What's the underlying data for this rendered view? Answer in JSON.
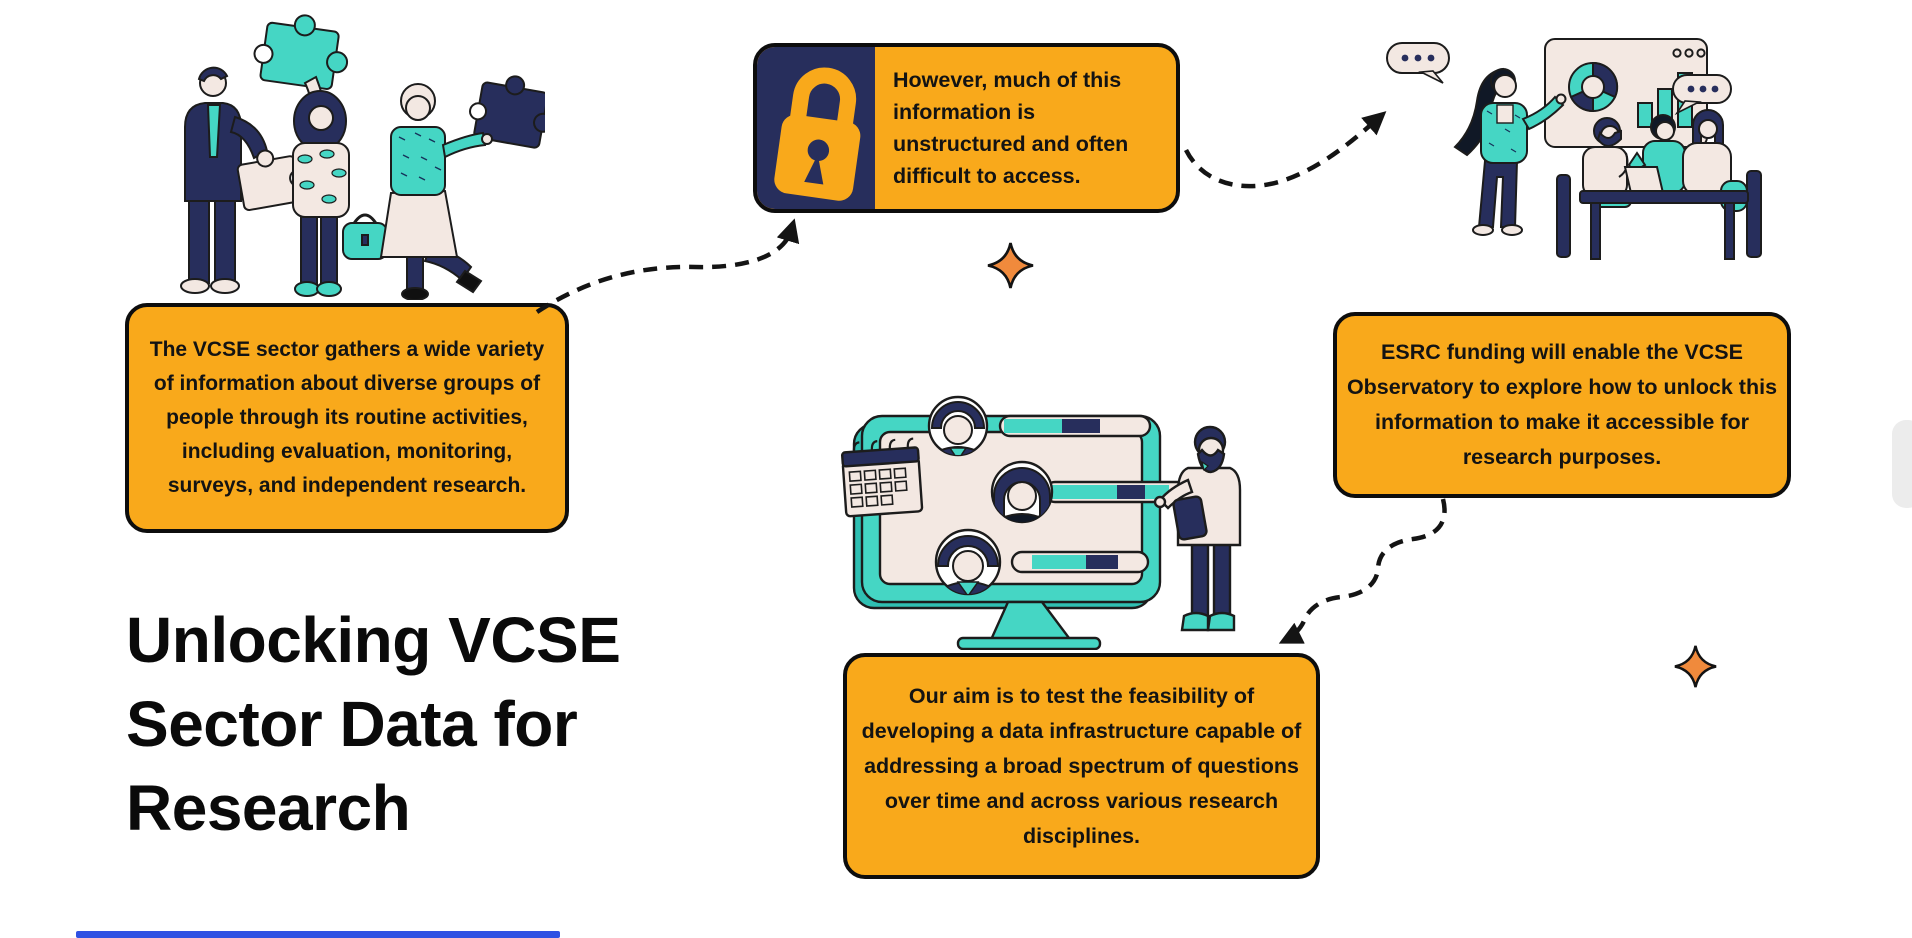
{
  "page": {
    "background": "#ffffff"
  },
  "colors": {
    "amber": "#F9A91B",
    "navy": "#272E5C",
    "teal": "#45D6C4",
    "cream": "#F3E8E2",
    "orange_sparkle": "#F08A3C",
    "ink": "#141414",
    "blue_bar": "#2F51E3"
  },
  "title": {
    "lines": [
      "Unlocking VCSE",
      "Sector Data for",
      "Research"
    ]
  },
  "callouts": {
    "gather": "The VCSE sector gathers a wide variety of information about diverse groups of people through its routine activities, including evaluation, monitoring, surveys, and independent research.",
    "locked": "However, much of this information is unstructured and often difficult to access.",
    "esrc": "ESRC funding will enable the VCSE Observatory to explore how to unlock this information to make it accessible for research purposes.",
    "aim": "Our aim is to test the feasibility of developing a data infrastructure capable of addressing a broad spectrum of questions over time and across various research disciplines."
  },
  "icons": [
    "padlock-icon",
    "sparkle-icon",
    "speech-dots-icon",
    "donut-chart-icon",
    "bar-chart-icon",
    "calendar-icon",
    "puzzle-piece-icon"
  ]
}
